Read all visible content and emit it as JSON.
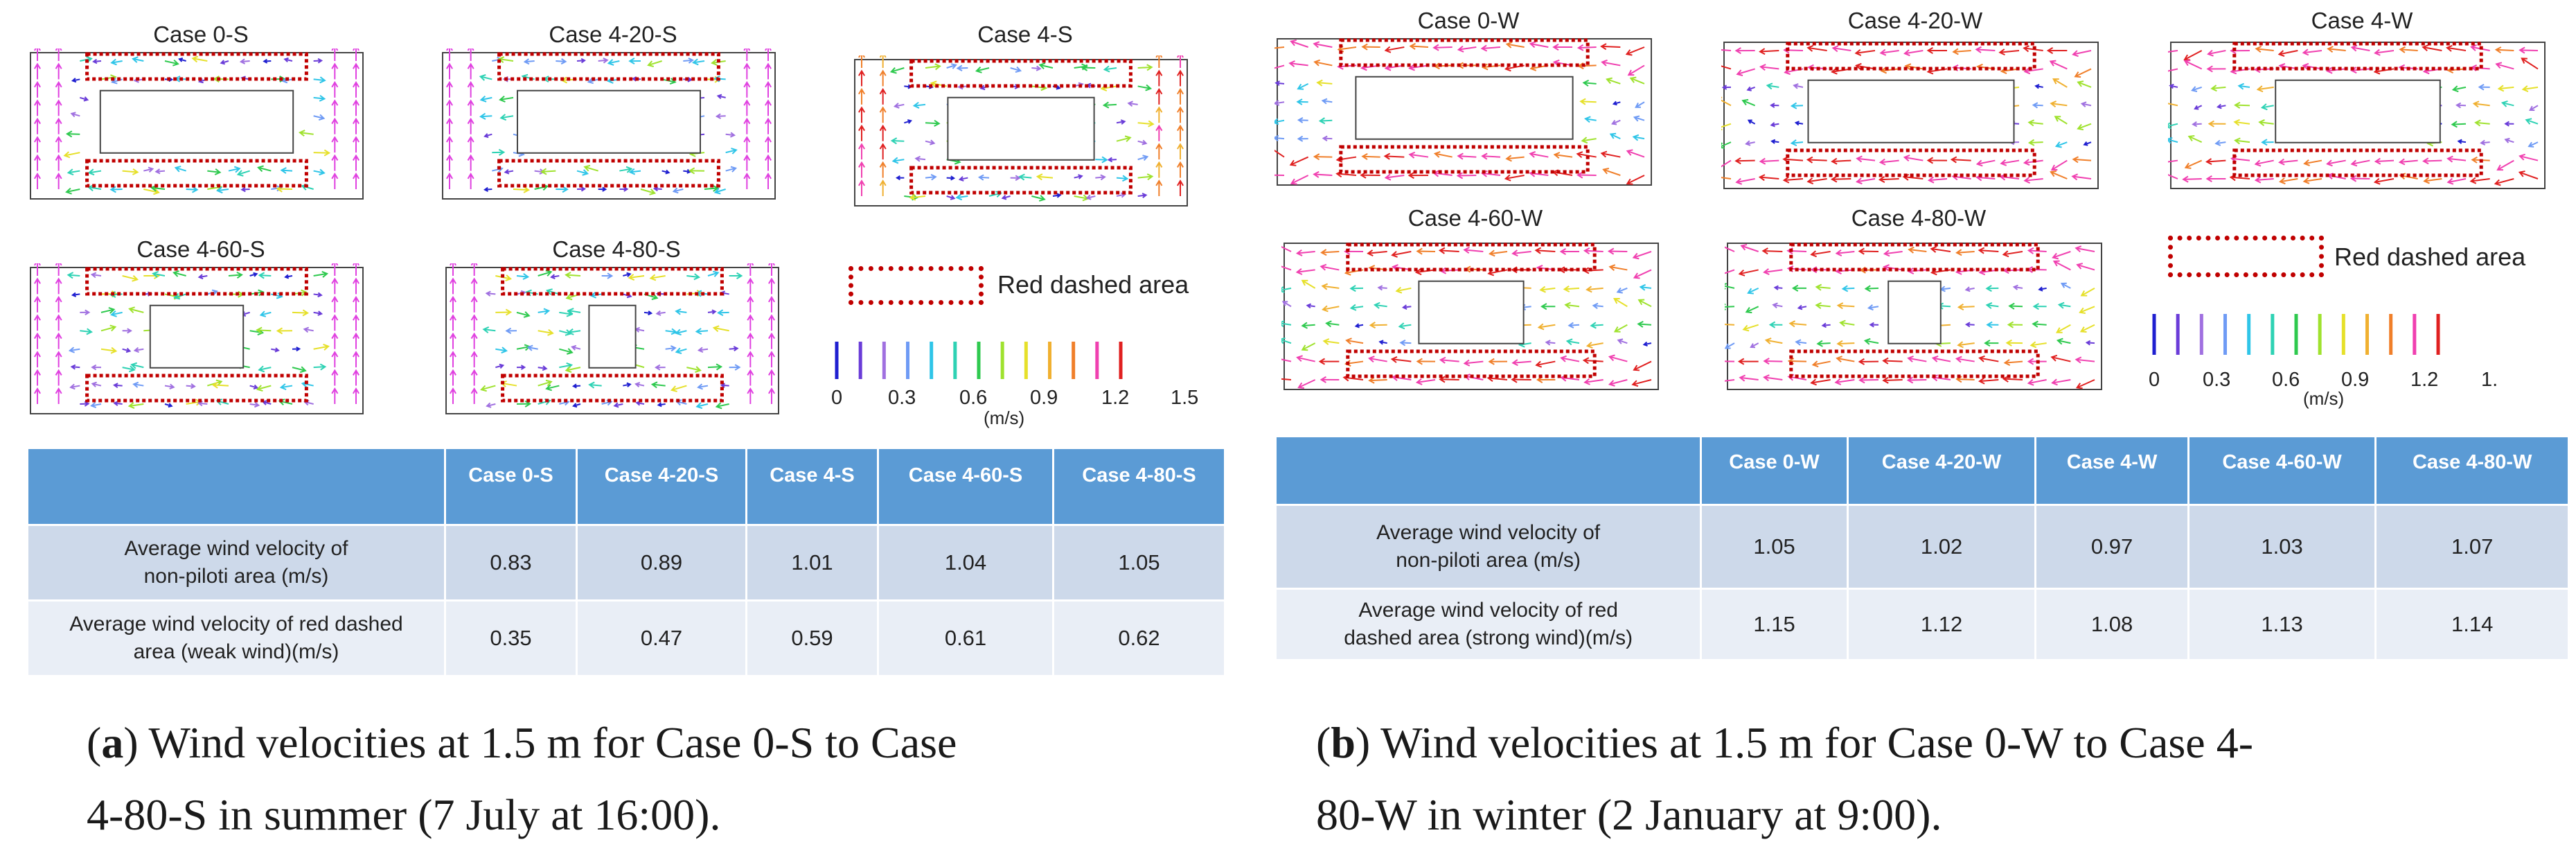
{
  "panels": [
    {
      "id": "a",
      "cases": [
        "Case 0-S",
        "Case 4-20-S",
        "Case 4-S",
        "Case 4-60-S",
        "Case 4-80-S"
      ],
      "legend_label": "Red dashed area",
      "scale_ticks": [
        "0",
        "0.3",
        "0.6",
        "0.9",
        "1.2",
        "1.5"
      ],
      "scale_unit": "(m/s)",
      "table": {
        "headers": [
          "",
          "Case 0-S",
          "Case 4-20-S",
          "Case 4-S",
          "Case 4-60-S",
          "Case 4-80-S"
        ],
        "rows": [
          {
            "label_l1": "Average wind velocity of",
            "label_l2": "non-piloti area (m/s)",
            "values": [
              "0.83",
              "0.89",
              "1.01",
              "1.04",
              "1.05"
            ]
          },
          {
            "label_l1": "Average wind velocity of red dashed",
            "label_l2": "area (weak wind)(m/s)",
            "values": [
              "0.35",
              "0.47",
              "0.59",
              "0.61",
              "0.62"
            ]
          }
        ]
      },
      "caption": {
        "letter": "a",
        "line1": ") Wind velocities at 1.5 m for Case 0-S to Case",
        "line2": "4-80-S in summer (7 July at 16:00)."
      }
    },
    {
      "id": "b",
      "cases": [
        "Case 0-W",
        "Case 4-20-W",
        "Case 4-W",
        "Case 4-60-W",
        "Case 4-80-W"
      ],
      "legend_label": "Red dashed area",
      "scale_ticks": [
        "0",
        "0.3",
        "0.6",
        "0.9",
        "1.2",
        "1."
      ],
      "scale_unit": "(m/s)",
      "table": {
        "headers": [
          "",
          "Case 0-W",
          "Case 4-20-W",
          "Case 4-W",
          "Case 4-60-W",
          "Case 4-80-W"
        ],
        "rows": [
          {
            "label_l1": "Average wind velocity of",
            "label_l2": "non-piloti area (m/s)",
            "values": [
              "1.05",
              "1.02",
              "0.97",
              "1.03",
              "1.07"
            ]
          },
          {
            "label_l1": "Average wind velocity of red",
            "label_l2": "dashed area  (strong wind)(m/s)",
            "values": [
              "1.15",
              "1.12",
              "1.08",
              "1.13",
              "1.14"
            ]
          }
        ]
      },
      "caption": {
        "letter": "b",
        "line1": ") Wind velocities at 1.5 m for Case 0-W to Case 4-",
        "line2": "80-W in winter (2 January at 9:00)."
      }
    }
  ],
  "colors": {
    "dashed_area": "#c00000",
    "table_header": "#5b9bd5",
    "table_row_1": "#cdd9ea",
    "table_row_2": "#e9eef6",
    "velocity_scale": [
      "#1f1fd0",
      "#6a3cd8",
      "#a070e0",
      "#6f9bf5",
      "#2fc5e8",
      "#2ed2b4",
      "#2ec94e",
      "#9fe22e",
      "#e6e02a",
      "#f0b030",
      "#f07f2a",
      "#f040b0",
      "#e02020"
    ]
  }
}
